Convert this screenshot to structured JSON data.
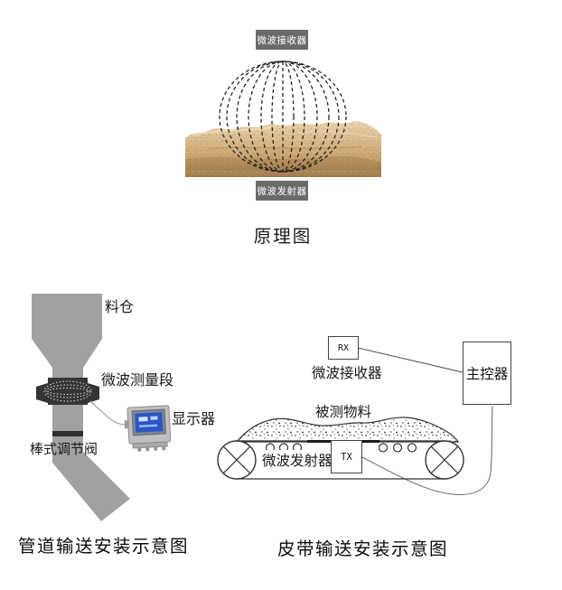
{
  "principle": {
    "title": "原理图",
    "receiver_label": "微波接收器",
    "transmitter_label": "微波发射器"
  },
  "pipeline_diagram": {
    "caption": "管道输送安装示意图",
    "hopper_label": "料仓",
    "measure_section_label": "微波测量段",
    "display_label": "显示器",
    "valve_label": "棒式调节阀"
  },
  "belt_diagram": {
    "caption": "皮带输送安装示意图",
    "rx_box_label": "RX",
    "tx_box_label": "TX",
    "receiver_label": "微波接收器",
    "material_label": "被测物料",
    "transmitter_label": "微波发射器",
    "controller_label": "主控器"
  },
  "colors": {
    "label_box_bg": "#6a6a6a",
    "label_box_text": "#ffffff",
    "pipe_gray": "#a1a1a1",
    "dark_section": "#353535",
    "sand_base": "#d2aa74",
    "screen_blue": "#2b55c5",
    "line_color": "#444444"
  }
}
